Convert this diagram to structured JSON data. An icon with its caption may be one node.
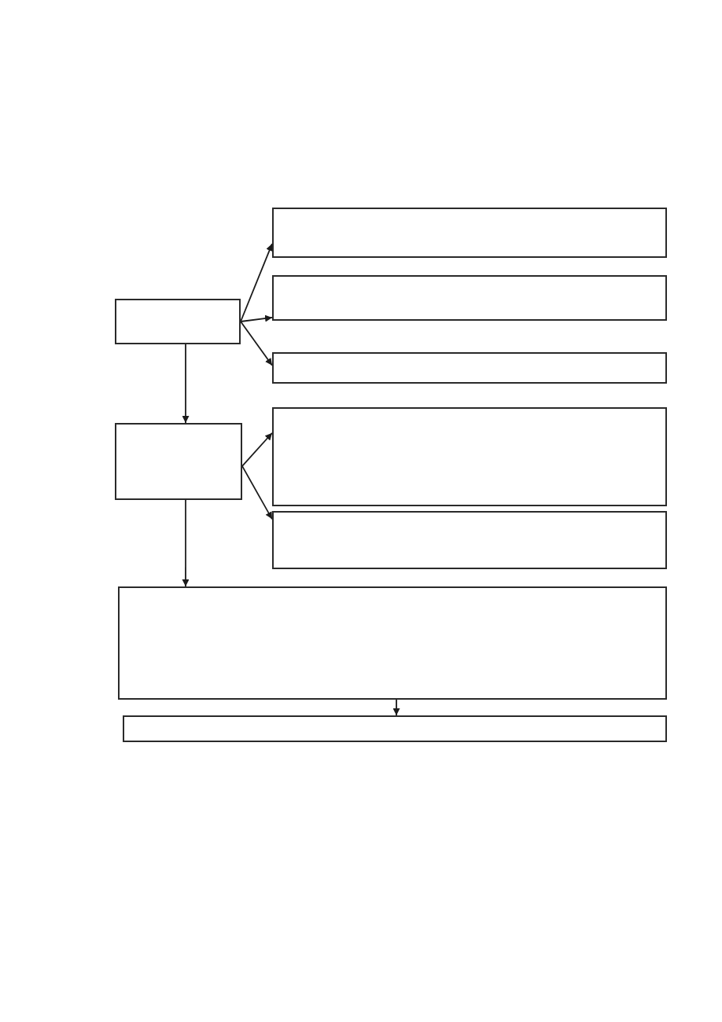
{
  "diagram": {
    "nodes": [
      {
        "text": [],
        "shape": "box"
      },
      {
        "text": [],
        "shape": "box"
      },
      {
        "text": [],
        "shape": "box"
      },
      {
        "text": [],
        "shape": "box"
      },
      {
        "text": [],
        "shape": "box"
      },
      {
        "text": [],
        "shape": "box"
      },
      {
        "text": [],
        "shape": "box"
      },
      {
        "text": [],
        "shape": "box"
      },
      {
        "text": [],
        "shape": "box"
      }
    ],
    "edges": [
      {
        "from": 0,
        "to": 1,
        "arrow": "to"
      },
      {
        "from": 0,
        "to": 2,
        "arrow": "to"
      },
      {
        "from": 0,
        "to": 3,
        "arrow": "to"
      },
      {
        "from": 0,
        "to": 4,
        "arrow": "to"
      },
      {
        "from": 4,
        "to": 5,
        "arrow": "to"
      },
      {
        "from": 4,
        "to": 6,
        "arrow": "to"
      },
      {
        "from": 4,
        "to": 7,
        "arrow": "to"
      },
      {
        "from": 7,
        "to": 8,
        "arrow": "to"
      }
    ]
  }
}
